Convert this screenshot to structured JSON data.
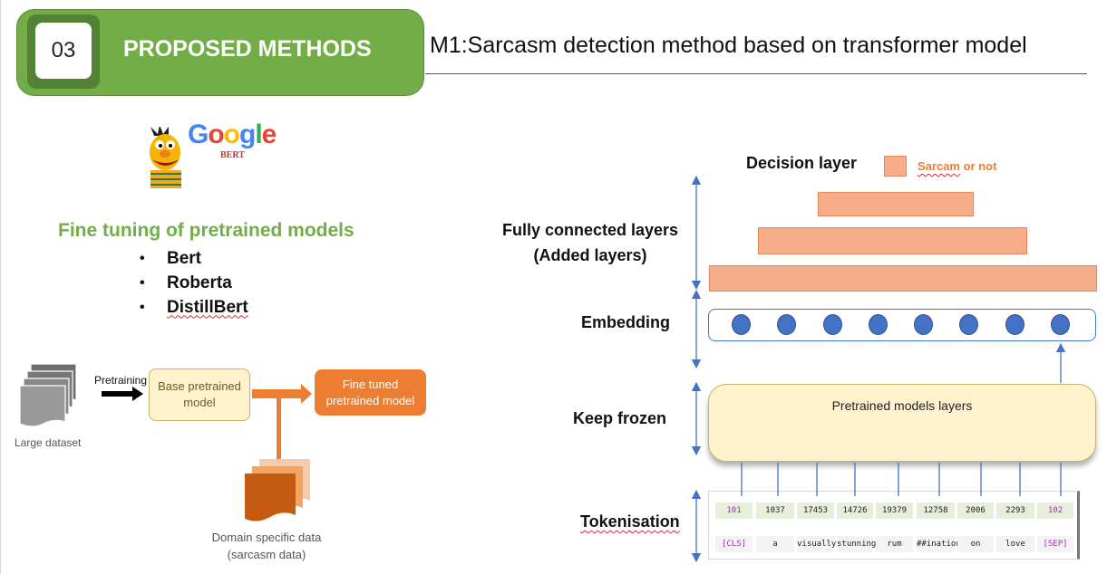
{
  "header": {
    "section_number": "03",
    "section_title": "PROPOSED METHODS",
    "subtitle": "M1:Sarcasm detection method based on transformer model"
  },
  "logo": {
    "google_letters": [
      "G",
      "o",
      "o",
      "g",
      "l",
      "e"
    ],
    "google_colors": [
      "#4285f4",
      "#ea4335",
      "#fbbc05",
      "#4285f4",
      "#34a853",
      "#ea4335"
    ],
    "bert_text": "BERT"
  },
  "fine_tuning": {
    "title": "Fine tuning of pretrained models",
    "models": [
      "Bert",
      "Roberta",
      "DistillBert"
    ]
  },
  "pipeline": {
    "dataset_label": "Large dataset",
    "pretraining_label": "Pretraining",
    "base_model": "Base pretrained model",
    "fine_tuned_model": "Fine tuned pretrained model",
    "domain_data_line1": "Domain specific data",
    "domain_data_line2": "(sarcasm data)"
  },
  "architecture": {
    "decision_layer": "Decision layer",
    "sarcasm_label_word": "Sarcam",
    "sarcasm_label_rest": " or not",
    "fc_line1": "Fully connected layers",
    "fc_line2": "(Added layers)",
    "embedding": "Embedding",
    "keep_frozen": "Keep frozen",
    "pretrained_layers": "Pretrained models layers",
    "tokenisation": "Tokenisation",
    "token_ids": [
      "101",
      "1037",
      "17453",
      "14726",
      "19379",
      "12758",
      "2006",
      "2293",
      "102"
    ],
    "tokens": [
      "[CLS]",
      "a",
      "visually",
      "stunning",
      "rum",
      "##ination",
      "on",
      "love",
      "[SEP]"
    ]
  },
  "colors": {
    "header_green": "#72ad47",
    "header_dark_green": "#538135",
    "accent_orange": "#ed7d31",
    "fc_bar_fill": "#f8ad8a",
    "blue": "#4472c4",
    "frozen_fill": "#fff2cc",
    "special_token_purple": "#9b2fae"
  }
}
